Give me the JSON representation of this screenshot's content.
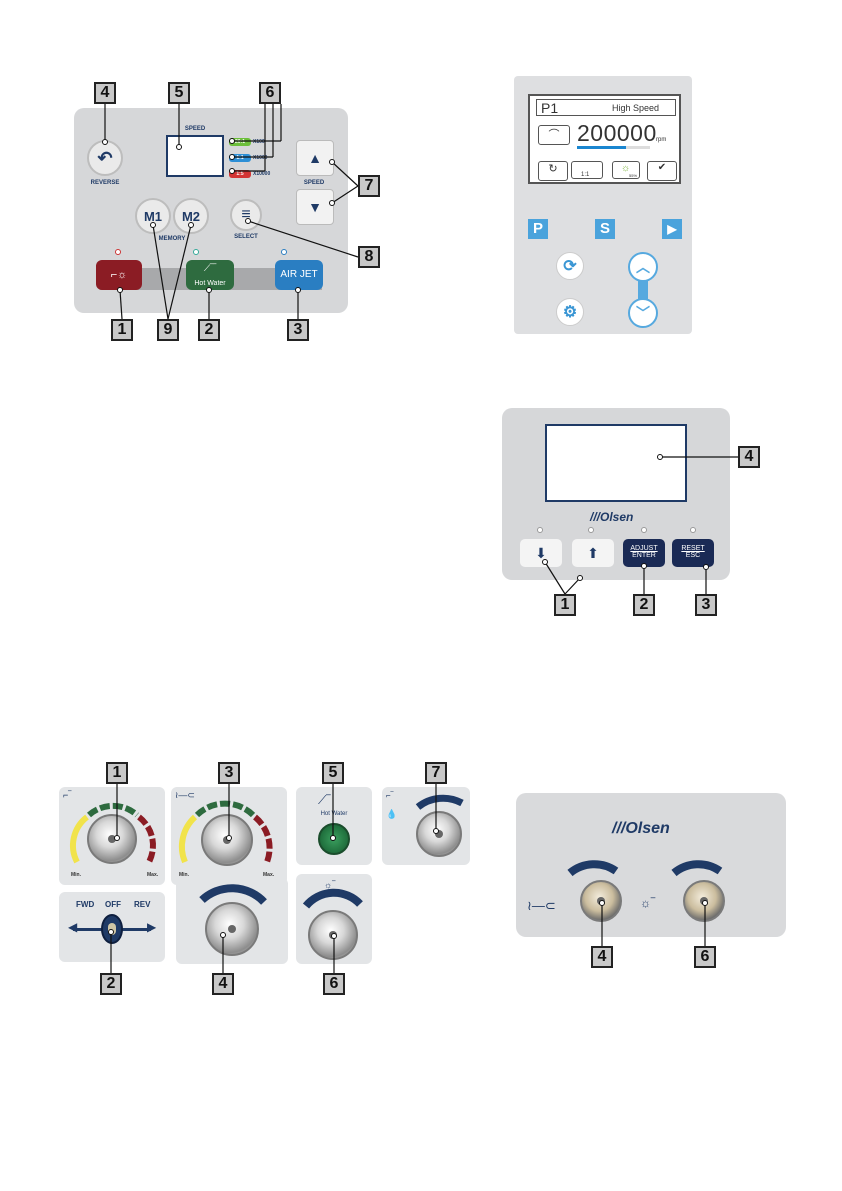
{
  "panel1": {
    "speed_label": "SPEED",
    "reverse_label": "REVERSE",
    "memory_label": "MEMORY",
    "select_label": "SELECT",
    "m1": "M1",
    "m2": "M2",
    "speed_btn_label": "SPEED",
    "hot_water": "Hot Water",
    "air_jet": "AIR JET",
    "ratios": [
      {
        "ratio": "20:1",
        "mult": "X100",
        "color": "#6cbf3a"
      },
      {
        "ratio": "1:1",
        "mult": "X1000",
        "color": "#2d8fd6"
      },
      {
        "ratio": "1:5",
        "mult": "X10000",
        "color": "#d33434"
      }
    ],
    "callouts": [
      "4",
      "5",
      "6",
      "7",
      "8",
      "1",
      "9",
      "2",
      "3"
    ]
  },
  "panel2": {
    "program": "P1",
    "mode": "High Speed",
    "speed": "200000",
    "unit": "rpm",
    "ratio": "1:1",
    "light_pct": "55%",
    "button_p": "P",
    "button_s": "S"
  },
  "panel3": {
    "brand": "///Olsen",
    "adjust": "ADJUST",
    "enter": "ENTER",
    "reset": "RESET",
    "esc": "ESC",
    "callouts": [
      "4",
      "1",
      "2",
      "3"
    ]
  },
  "panel4": {
    "min": "Min.",
    "max": "Max.",
    "fwd": "FWD",
    "off": "OFF",
    "rev": "REV",
    "hot_water": "Hot Water",
    "callouts": [
      "1",
      "3",
      "5",
      "7",
      "2",
      "4",
      "6"
    ]
  },
  "panel5": {
    "brand": "///Olsen",
    "callouts": [
      "4",
      "6"
    ]
  },
  "colors": {
    "panel_gray": "#d6d7d9",
    "navy": "#1f3a66",
    "maroon": "#8b1c24",
    "green": "#2e6b3f",
    "blue": "#2a7ec2"
  }
}
